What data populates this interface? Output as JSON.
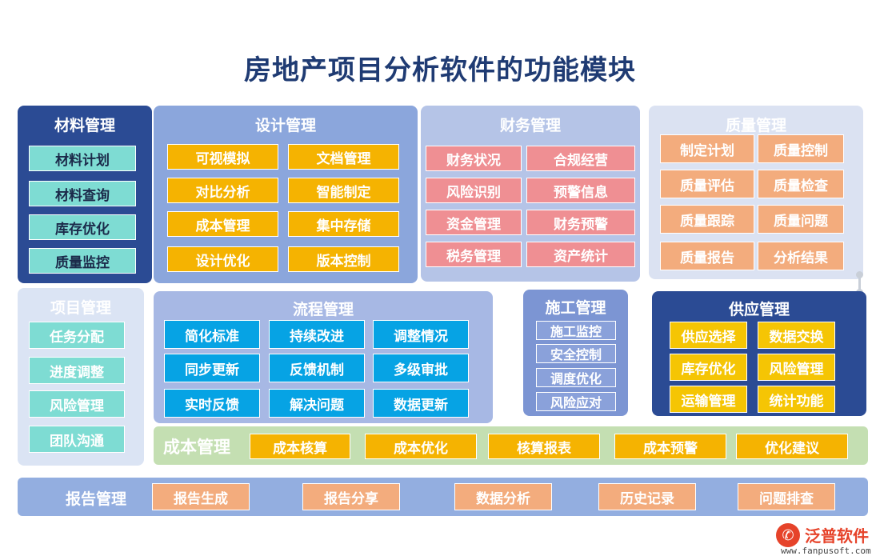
{
  "title": "房地产项目分析软件的功能模块",
  "material": {
    "title": "材料管理",
    "items": [
      "材料计划",
      "材料查询",
      "库存优化",
      "质量监控"
    ]
  },
  "design": {
    "title": "设计管理",
    "items": [
      "可视模拟",
      "文档管理",
      "对比分析",
      "智能制定",
      "成本管理",
      "集中存储",
      "设计优化",
      "版本控制"
    ]
  },
  "finance": {
    "title": "财务管理",
    "items": [
      "财务状况",
      "合规经营",
      "风险识别",
      "预警信息",
      "资金管理",
      "财务预警",
      "税务管理",
      "资产统计"
    ]
  },
  "quality": {
    "title": "质量管理",
    "items": [
      "制定计划",
      "质量控制",
      "质量评估",
      "质量检查",
      "质量跟踪",
      "质量问题",
      "质量报告",
      "分析结果"
    ]
  },
  "project": {
    "title": "项目管理",
    "items": [
      "任务分配",
      "进度调整",
      "风险管理",
      "团队沟通"
    ]
  },
  "process": {
    "title": "流程管理",
    "items": [
      "简化标准",
      "持续改进",
      "调整情况",
      "同步更新",
      "反馈机制",
      "多级审批",
      "实时反馈",
      "解决问题",
      "数据更新"
    ]
  },
  "construction": {
    "title": "施工管理",
    "items": [
      "施工监控",
      "安全控制",
      "调度优化",
      "风险应对"
    ]
  },
  "supply": {
    "title": "供应管理",
    "items": [
      "供应选择",
      "数据交换",
      "库存优化",
      "风险管理",
      "运输管理",
      "统计功能"
    ]
  },
  "cost": {
    "title": "成本管理",
    "items": [
      "成本核算",
      "成本优化",
      "核算报表",
      "成本预警",
      "优化建议"
    ]
  },
  "report": {
    "title": "报告管理",
    "items": [
      "报告生成",
      "报告分享",
      "数据分析",
      "历史记录",
      "问题排查"
    ]
  },
  "logo": {
    "name": "泛普软件",
    "url": "www.fanpusoft.com"
  },
  "colors": {
    "dark_blue": "#2b4b94",
    "teal": "#7edcd3",
    "gold": "#f5b301",
    "pink": "#ef8f93",
    "peach": "#f3ac7d",
    "cyan": "#06a3e4",
    "green_bar": "#c4dfb2",
    "brand_red": "#e6432a"
  }
}
